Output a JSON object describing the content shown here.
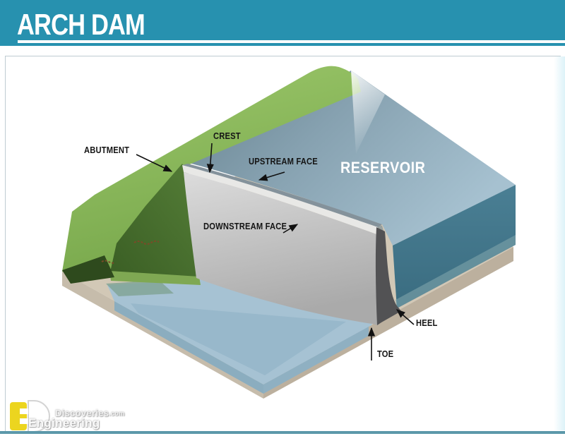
{
  "header": {
    "title": "ARCH DAM"
  },
  "labels": {
    "abutment": "ABUTMENT",
    "crest": "CREST",
    "upstream_face": "UPSTREAM FACE",
    "reservoir": "RESERVOIR",
    "downstream_face": "DOWNSTREAM FACE",
    "heel": "HEEL",
    "toe": "TOE"
  },
  "watermark": {
    "line1": "Discoveries",
    "line1_suffix": ".com",
    "line2": "Engineering"
  },
  "colors": {
    "header_teal": "#2791af",
    "footer_teal": "#5c98aa",
    "hill_green": "#94c263",
    "hill_shadow_green": "#45702c",
    "dam_gray": "#c4c4c4",
    "dam_profile_dark": "#525254",
    "reservoir_surface": "#7e98a6",
    "reservoir_side_teal": "#43798d",
    "pool_blue": "#a4c0d2",
    "base_tan": "#c8beac"
  }
}
